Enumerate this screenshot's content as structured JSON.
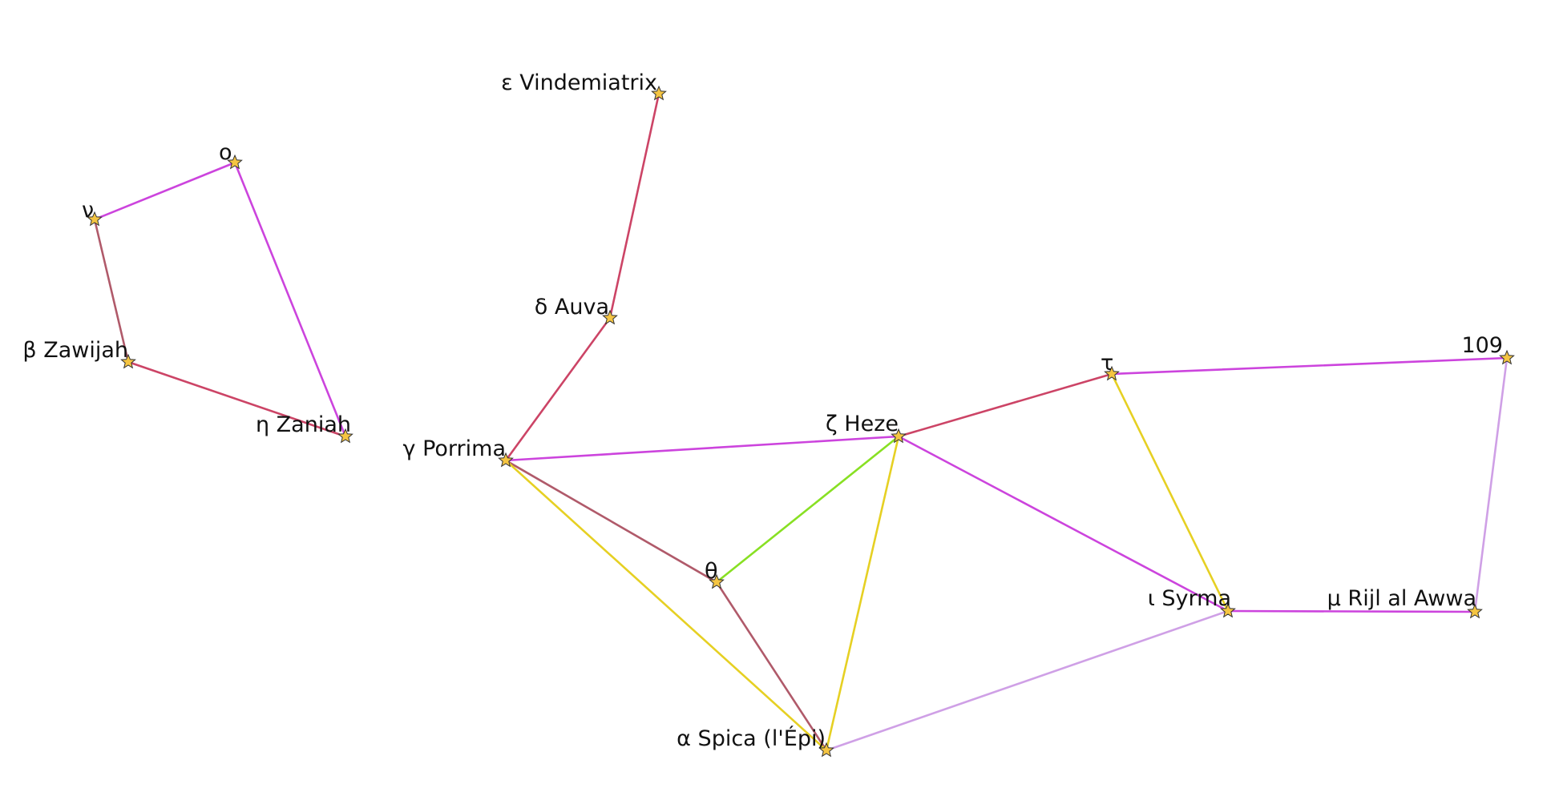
{
  "diagram": {
    "stars": [
      {
        "id": "epsilon",
        "label": "ε Vindemiatrix"
      },
      {
        "id": "omicron",
        "label": "ο"
      },
      {
        "id": "nu",
        "label": "ν"
      },
      {
        "id": "beta",
        "label": "β Zawijah"
      },
      {
        "id": "eta",
        "label": "η Zaniah"
      },
      {
        "id": "delta",
        "label": "δ Auva"
      },
      {
        "id": "gamma",
        "label": "γ Porrima"
      },
      {
        "id": "zeta",
        "label": "ζ Heze"
      },
      {
        "id": "tau",
        "label": "τ"
      },
      {
        "id": "s109",
        "label": "109"
      },
      {
        "id": "theta",
        "label": "θ"
      },
      {
        "id": "iota",
        "label": "ι Syrma"
      },
      {
        "id": "mu",
        "label": "μ Rijl al Awwa"
      },
      {
        "id": "alpha",
        "label": "α Spica (l'Épi)"
      }
    ],
    "edges": [
      {
        "from": "omicron",
        "to": "nu",
        "color": "#cc44dd"
      },
      {
        "from": "omicron",
        "to": "eta",
        "color": "#cc44dd"
      },
      {
        "from": "nu",
        "to": "beta",
        "color": "#b05a6a"
      },
      {
        "from": "beta",
        "to": "eta",
        "color": "#cc4466"
      },
      {
        "from": "epsilon",
        "to": "delta",
        "color": "#cc4466"
      },
      {
        "from": "delta",
        "to": "gamma",
        "color": "#cc4466"
      },
      {
        "from": "gamma",
        "to": "zeta",
        "color": "#cc44dd"
      },
      {
        "from": "zeta",
        "to": "tau",
        "color": "#cc4466"
      },
      {
        "from": "tau",
        "to": "s109",
        "color": "#cc44dd"
      },
      {
        "from": "s109",
        "to": "mu",
        "color": "#cfa0e6"
      },
      {
        "from": "mu",
        "to": "iota",
        "color": "#cc44dd"
      },
      {
        "from": "tau",
        "to": "iota",
        "color": "#e6d023"
      },
      {
        "from": "zeta",
        "to": "iota",
        "color": "#cc44dd"
      },
      {
        "from": "zeta",
        "to": "theta",
        "color": "#88e023"
      },
      {
        "from": "zeta",
        "to": "alpha",
        "color": "#e6d023"
      },
      {
        "from": "gamma",
        "to": "theta",
        "color": "#b05a6a"
      },
      {
        "from": "theta",
        "to": "alpha",
        "color": "#b05a6a"
      },
      {
        "from": "gamma",
        "to": "alpha",
        "color": "#e6d023"
      },
      {
        "from": "alpha",
        "to": "iota",
        "color": "#cfa0e6"
      }
    ],
    "star_fill": "#f5c542"
  }
}
